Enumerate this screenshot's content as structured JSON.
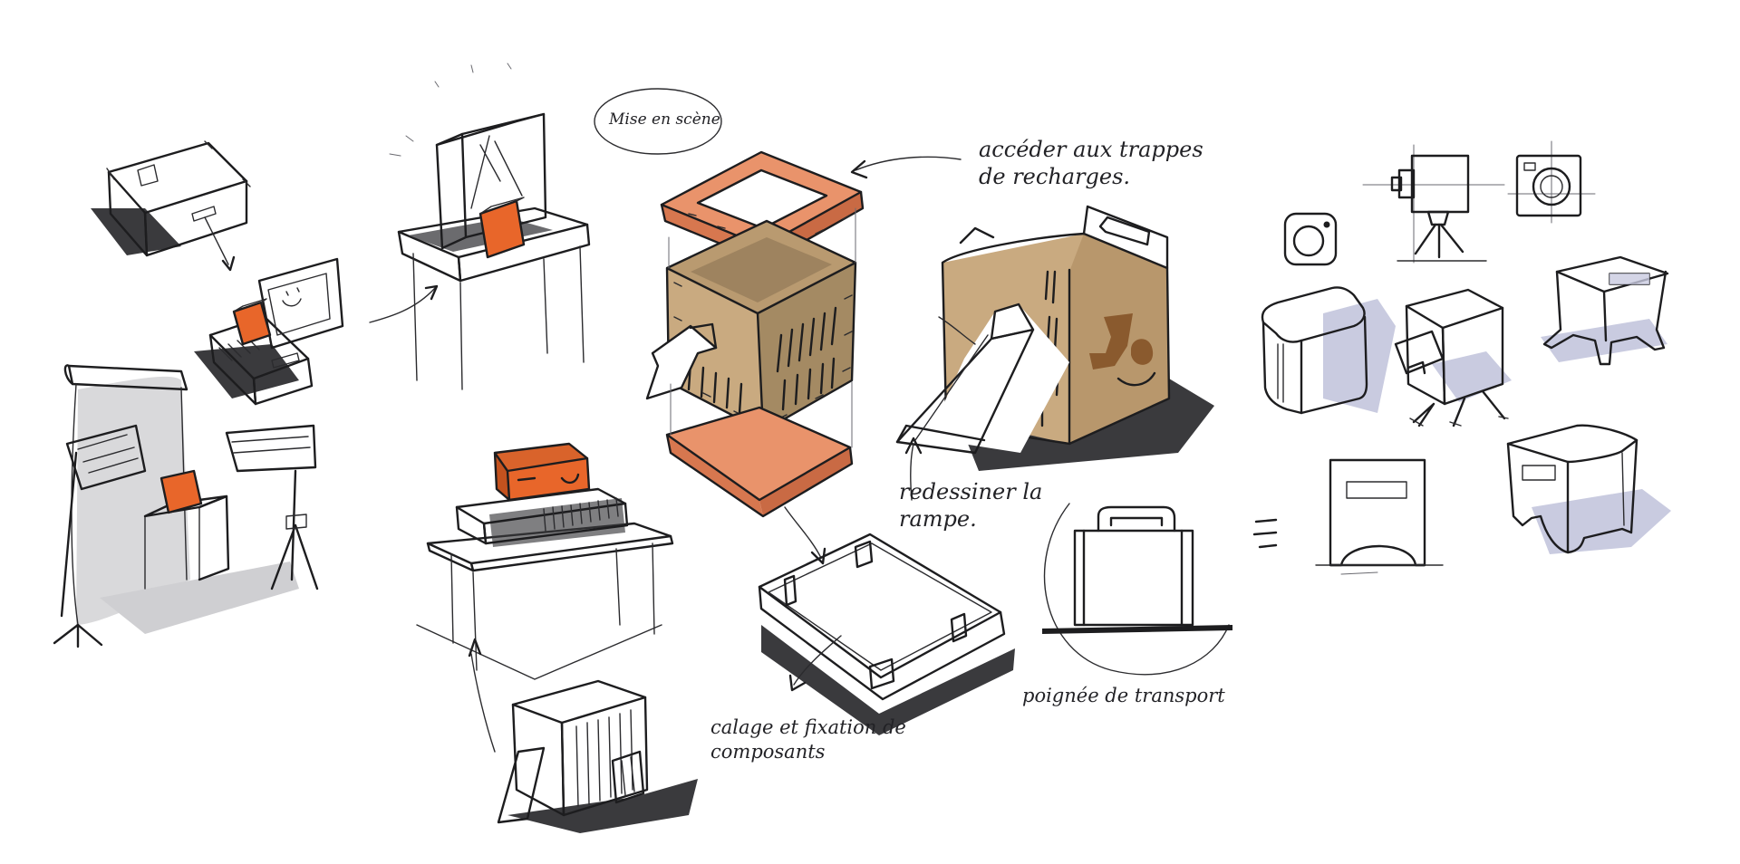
{
  "annotations": {
    "mise_en_scene": "Mise en scène",
    "traps": "accéder aux trappes de recharges.",
    "ramp": "redessiner la rampe.",
    "calage": "calage et fixation de composants",
    "handle": "poignée de transport"
  },
  "logo_letters": "Jo",
  "colors": {
    "orange_accent": "#e8662a",
    "wood": "#c9aa80",
    "wood_dark": "#a48a63",
    "salmon": "#e9936b",
    "shadow": "#3a3a3d",
    "lavender_shade": "#c9cbe0",
    "grey_wash": "#d9d9db"
  },
  "icons": {
    "instagram_icon": "instagram-icon",
    "camera_icon": "camera-icon"
  }
}
